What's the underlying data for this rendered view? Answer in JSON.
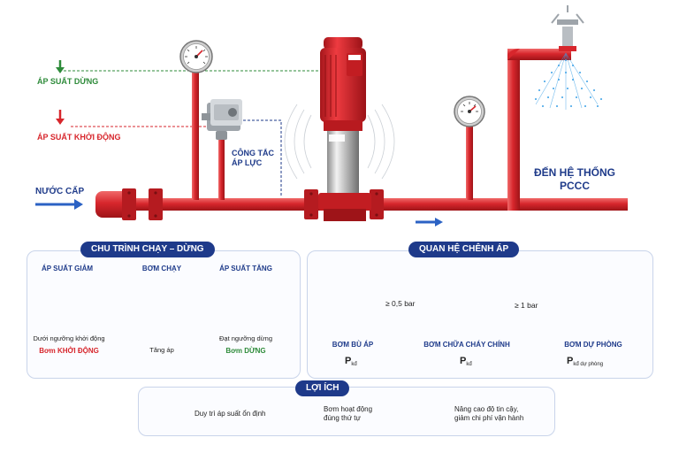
{
  "top": {
    "pressure_stop": "ÁP SUẤT DỪNG",
    "pressure_start": "ÁP SUẤT KHỞI ĐỘNG",
    "supply_water": "NƯỚC CẤP",
    "pressure_switch_line1": "CÔNG TẮC",
    "pressure_switch_line2": "ÁP LỰC",
    "to_system_line1": "ĐẾN HỆ THỐNG",
    "to_system_line2": "PCCC"
  },
  "cycle": {
    "title": "CHU TRÌNH CHẠY – DỪNG",
    "step1_title": "ÁP SUẤT GIẢM",
    "step1_caption": "Dưới ngưỡng khởi động",
    "step1_status": "Bơm KHỞI ĐỘNG",
    "step2_title": "BƠM CHẠY",
    "step2_caption": "Tăng áp",
    "step3_title": "ÁP SUẤT TĂNG",
    "step3_caption": "Đạt ngưỡng dừng",
    "step3_status": "Bơm DỪNG"
  },
  "relation": {
    "title": "QUAN HỆ CHÊNH ÁP",
    "diff1": "≥ 0,5 bar",
    "diff2": "≥ 1 bar",
    "pump1_name": "BƠM BÙ ÁP",
    "pump1_sym": "P",
    "pump1_sub": "kđ",
    "pump2_name": "BƠM CHỮA CHÁY CHÍNH",
    "pump2_sym": "P",
    "pump2_sub": "kđ",
    "pump3_name": "BƠM DỰ PHÒNG",
    "pump3_sym": "P",
    "pump3_sub": "kđ dự phòng"
  },
  "benefits": {
    "title": "LỢI ÍCH",
    "item1": "Duy trì áp suất ổn định",
    "item2_line1": "Bơm hoạt động",
    "item2_line2": "đúng thứ tự",
    "item3_line1": "Nâng cao độ tin cậy,",
    "item3_line2": "giảm chi phí vận hành"
  },
  "colors": {
    "pipe_red": "#d7262c",
    "navy": "#1e3a8a",
    "green": "#2e8b3a",
    "arrow_blue": "#2b62c4"
  },
  "icons": [
    "shield-check-icon",
    "target-icon",
    "gear-check-icon"
  ]
}
